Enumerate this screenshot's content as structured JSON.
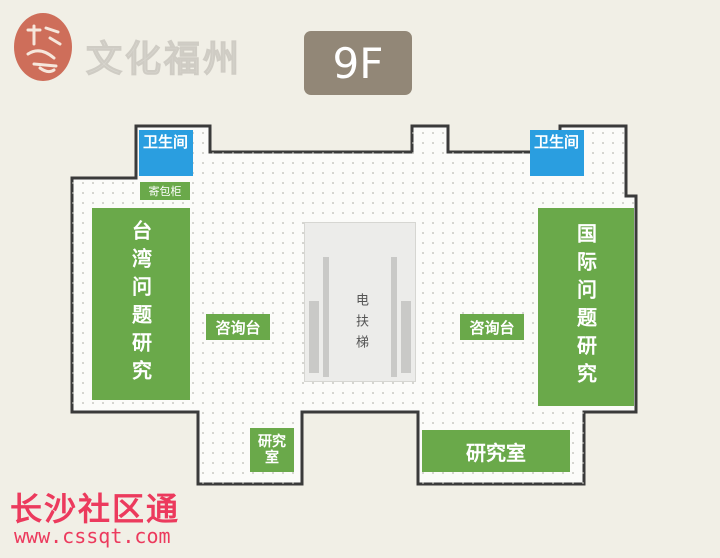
{
  "header": {
    "brand": "文化福州",
    "floor": "9F"
  },
  "rooms": {
    "restroom_left": "卫生间",
    "restroom_right": "卫生间",
    "locker": "寄包柜",
    "taiwan_research": "台湾问题研究",
    "intl_research": "国际问题研究",
    "info_desk_left": "咨询台",
    "info_desk_right": "咨询台",
    "escalator": "电扶梯",
    "research_small": "研究室",
    "research_large": "研究室"
  },
  "watermark": {
    "name": "长沙社区通",
    "url": "www.cssqt.com"
  },
  "colors": {
    "room_green": "#6aa94a",
    "restroom_blue": "#2a9ee0",
    "floor_badge": "#928777",
    "wall": "#3a3a3a",
    "watermark_red": "#ec3a5d"
  }
}
